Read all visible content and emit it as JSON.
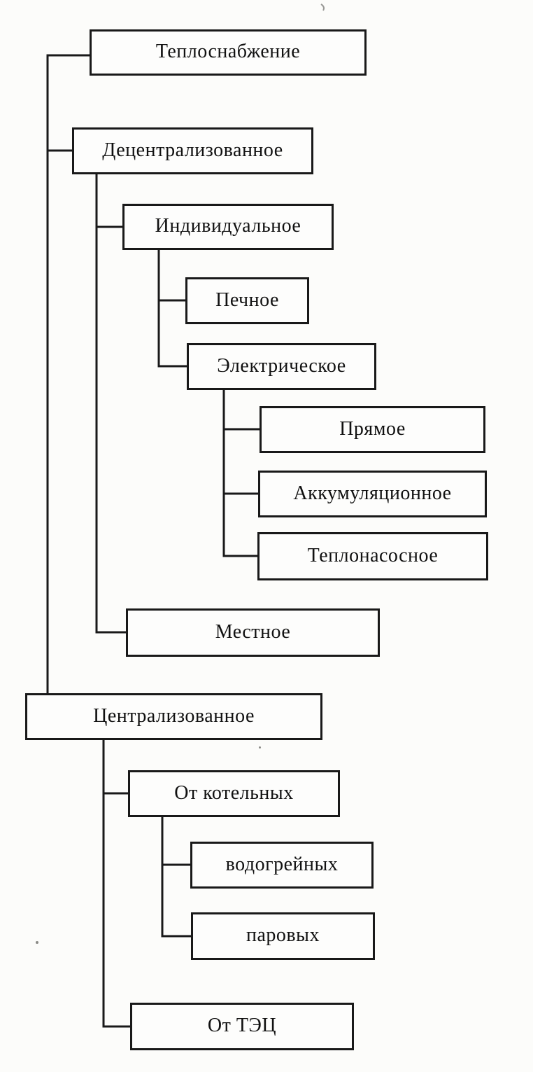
{
  "diagram": {
    "type": "tree",
    "language": "ru",
    "root_label": "Теплоснабжение",
    "colors": {
      "background": "#fcfcfa",
      "box_fill": "#fdfdfc",
      "box_border": "#191919",
      "line": "#191919",
      "text": "#111111"
    },
    "nodes": [
      {
        "id": "teplosnabzhenie",
        "label": "Теплоснабжение",
        "parent": null
      },
      {
        "id": "decentralizovannoe",
        "label": "Децентрализованное",
        "parent": "teplosnabzhenie"
      },
      {
        "id": "individualnoe",
        "label": "Индивидуальное",
        "parent": "decentralizovannoe"
      },
      {
        "id": "pechnoe",
        "label": "Печное",
        "parent": "individualnoe"
      },
      {
        "id": "elektricheskoe",
        "label": "Электрическое",
        "parent": "individualnoe"
      },
      {
        "id": "pryamoe",
        "label": "Прямое",
        "parent": "elektricheskoe"
      },
      {
        "id": "akkumulyatsionnoe",
        "label": "Аккумуляционное",
        "parent": "elektricheskoe"
      },
      {
        "id": "teplonasosnoe",
        "label": "Теплонасосное",
        "parent": "elektricheskoe"
      },
      {
        "id": "mestnoe",
        "label": "Местное",
        "parent": "decentralizovannoe"
      },
      {
        "id": "tsentralizovannoe",
        "label": "Централизованное",
        "parent": "teplosnabzhenie"
      },
      {
        "id": "ot_kotelnykh",
        "label": "От котельных",
        "parent": "tsentralizovannoe"
      },
      {
        "id": "vodogreynykh",
        "label": "водогрейных",
        "parent": "ot_kotelnykh"
      },
      {
        "id": "parovykh",
        "label": "паровых",
        "parent": "ot_kotelnykh"
      },
      {
        "id": "ot_tets",
        "label": "От ТЭЦ",
        "parent": "tsentralizovannoe"
      }
    ]
  }
}
